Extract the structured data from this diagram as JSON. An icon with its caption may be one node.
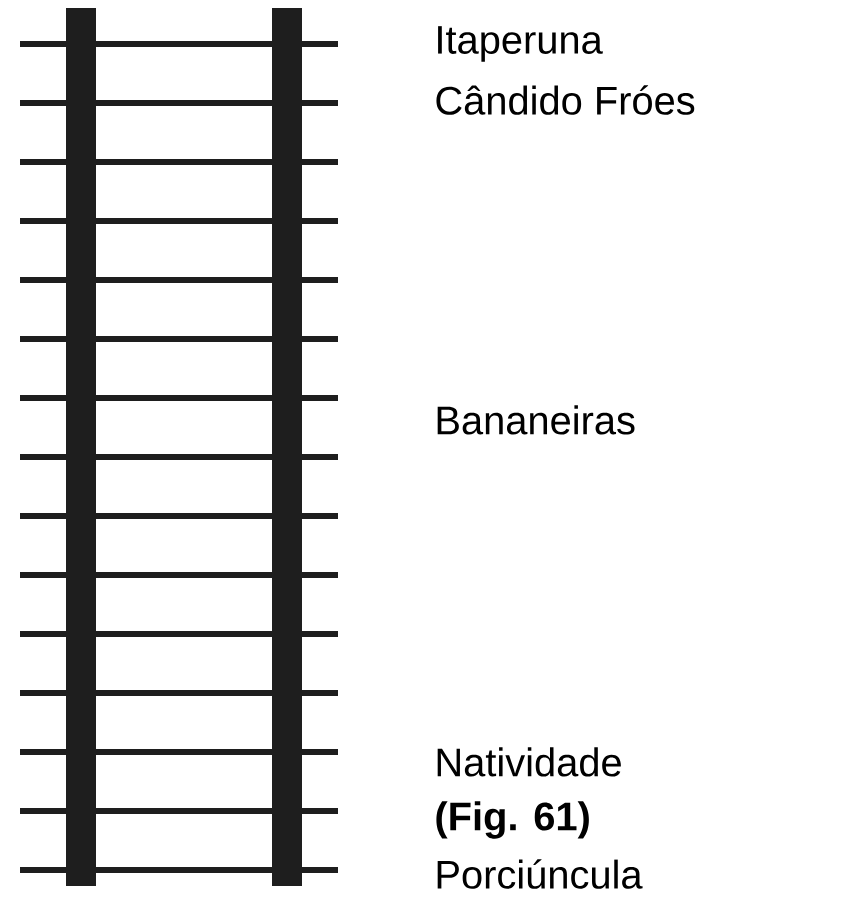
{
  "diagram": {
    "labels": [
      "Itaperuna",
      "Cândido Fróes",
      "Bananeiras",
      "Natividade",
      "(Fig. 61)",
      "Porciúncula"
    ]
  }
}
